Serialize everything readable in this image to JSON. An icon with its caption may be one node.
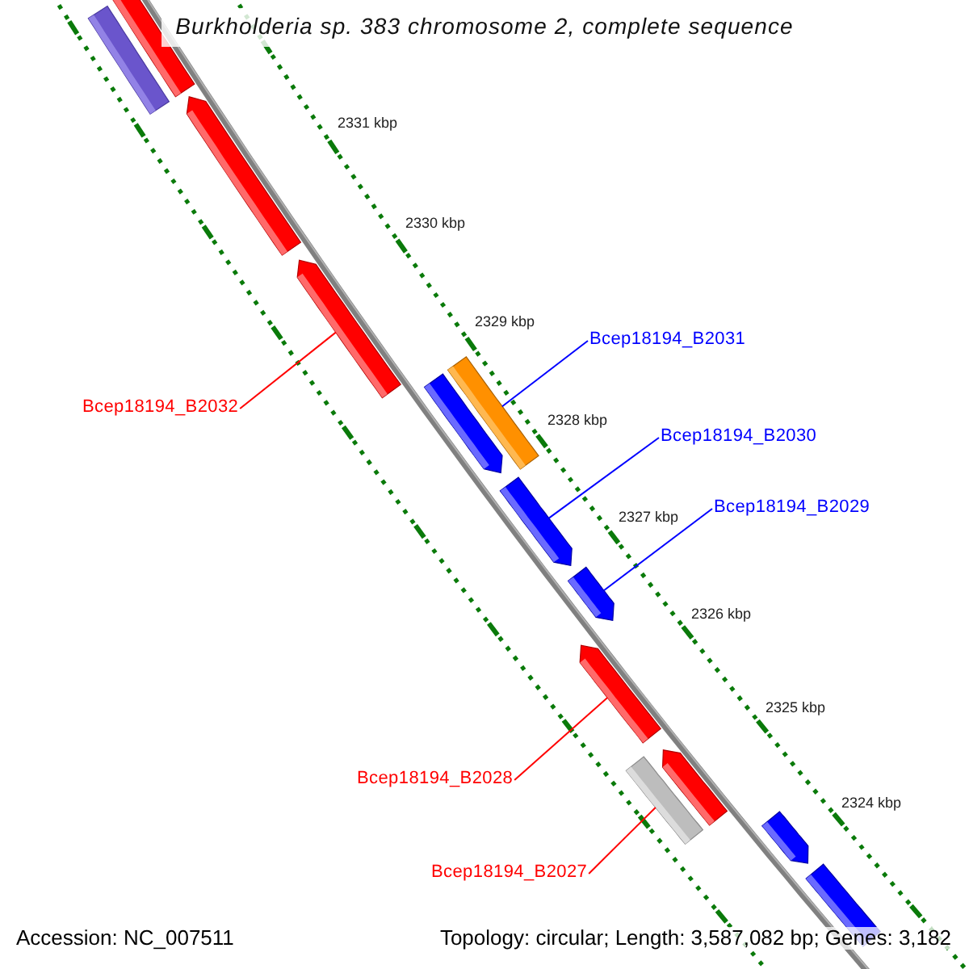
{
  "diagram": {
    "title": "Burkholderia sp. 383 chromosome 2, complete sequence",
    "nodes": [
      {
        "text": [
          "Bcep18194_B2031"
        ]
      },
      {
        "text": [
          "Bcep18194_B2032"
        ]
      },
      {
        "text": [
          "Bcep18194_B2030"
        ]
      },
      {
        "text": [
          "Bcep18194_B2029"
        ]
      },
      {
        "text": [
          "Bcep18194_B2028"
        ]
      },
      {
        "text": [
          "Bcep18194_B2027"
        ]
      },
      {
        "text": [],
        "shape": "arrow"
      },
      {
        "text": [],
        "shape": "bar"
      },
      {
        "text": [],
        "shape": "arrow"
      },
      {
        "text": [],
        "shape": "arrow"
      },
      {
        "text": [],
        "shape": "bar"
      },
      {
        "text": [],
        "shape": "arrow"
      },
      {
        "text": [],
        "shape": "arrow"
      },
      {
        "text": [],
        "shape": "arrow"
      },
      {
        "text": [],
        "shape": "arrow"
      },
      {
        "text": [],
        "shape": "arrow"
      },
      {
        "text": [],
        "shape": "bar"
      },
      {
        "text": [],
        "shape": "arrow"
      },
      {
        "text": [],
        "shape": "bar"
      }
    ],
    "edges": [
      {
        "from": 0,
        "to": 10,
        "arrow": "none"
      },
      {
        "from": 1,
        "to": 9,
        "arrow": "none",
        "color": "#ff0000"
      },
      {
        "from": 2,
        "to": 12,
        "arrow": "none"
      },
      {
        "from": 3,
        "to": 13,
        "arrow": "none"
      },
      {
        "from": 4,
        "to": 14,
        "arrow": "none",
        "color": "#ff0000"
      },
      {
        "from": 5,
        "to": 16,
        "arrow": "none",
        "color": "#ff0000"
      }
    ],
    "labels": [
      "2331 kbp",
      "2330 kbp",
      "2329 kbp",
      "2328 kbp",
      "2327 kbp",
      "2326 kbp",
      "2325 kbp",
      "2324 kbp",
      "Accession: NC_007511",
      "Topology: circular; Length: 3,587,082 bp; Genes: 3,182"
    ]
  }
}
